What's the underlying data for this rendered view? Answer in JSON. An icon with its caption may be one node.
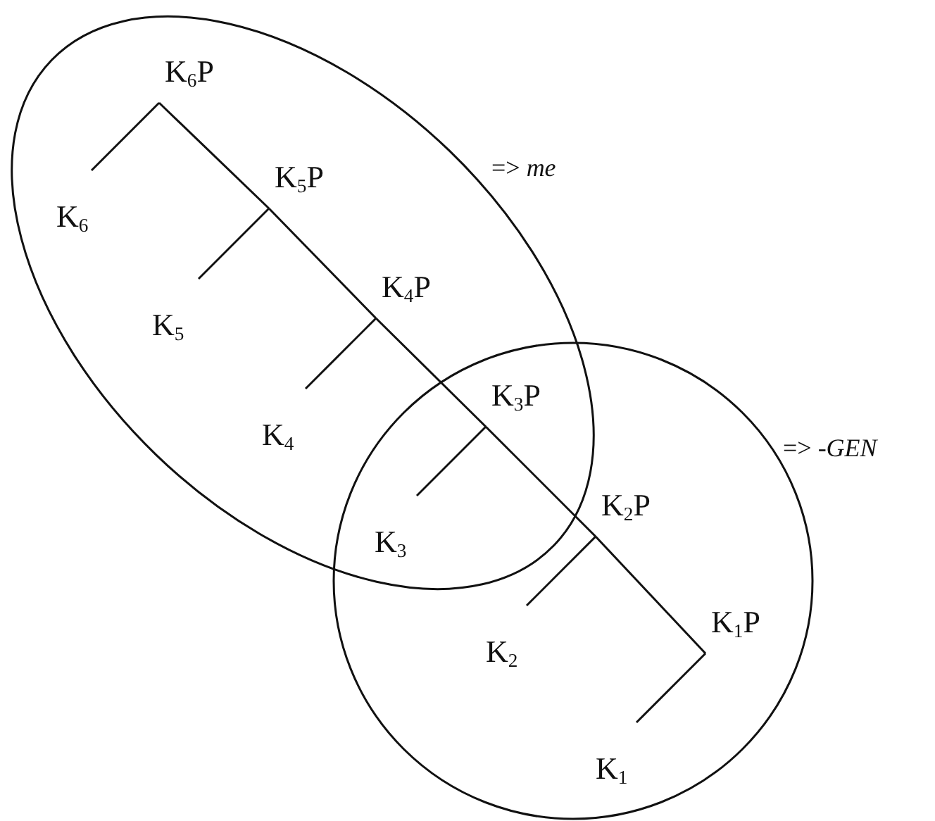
{
  "diagram": {
    "nodes": [
      {
        "text": [],
        "shape": "ellipse",
        "beside": [
          "=> *me*"
        ]
      },
      {
        "text": [
          "K$_{6}$P"
        ],
        "in": 0
      },
      {
        "text": [
          "K$_{6}$"
        ],
        "in": 0
      },
      {
        "text": [
          "K$_{5}$P"
        ],
        "in": 0
      },
      {
        "text": [
          "K$_{5}$"
        ],
        "in": 0
      },
      {
        "text": [
          "K$_{4}$P"
        ],
        "in": 0
      },
      {
        "text": [
          "K$_{4}$"
        ],
        "in": 0
      },
      {
        "text": [],
        "shape": "ellipse",
        "beside": [
          "=> *-GEN*"
        ]
      },
      {
        "text": [
          "K$_{3}$P"
        ]
      },
      {
        "text": [
          "K$_{3}$"
        ]
      },
      {
        "text": [
          "K$_{2}$P"
        ],
        "in": 7
      },
      {
        "text": [
          "K$_{2}$"
        ],
        "in": 7
      },
      {
        "text": [
          "K$_{1}$P"
        ],
        "in": 7
      },
      {
        "text": [
          "K$_{1}$"
        ],
        "in": 7
      }
    ],
    "edges": [
      {
        "from": 1,
        "to": 2,
        "arrow": "none"
      },
      {
        "from": 1,
        "to": 3,
        "arrow": "none"
      },
      {
        "from": 3,
        "to": 4,
        "arrow": "none"
      },
      {
        "from": 3,
        "to": 5,
        "arrow": "none"
      },
      {
        "from": 5,
        "to": 6,
        "arrow": "none"
      },
      {
        "from": 5,
        "to": 8,
        "arrow": "none"
      },
      {
        "from": 8,
        "to": 9,
        "arrow": "none"
      },
      {
        "from": 8,
        "to": 10,
        "arrow": "none"
      },
      {
        "from": 10,
        "to": 11,
        "arrow": "none"
      },
      {
        "from": 10,
        "to": 12,
        "arrow": "none"
      },
      {
        "from": 12,
        "to": 13,
        "arrow": "none"
      }
    ]
  }
}
